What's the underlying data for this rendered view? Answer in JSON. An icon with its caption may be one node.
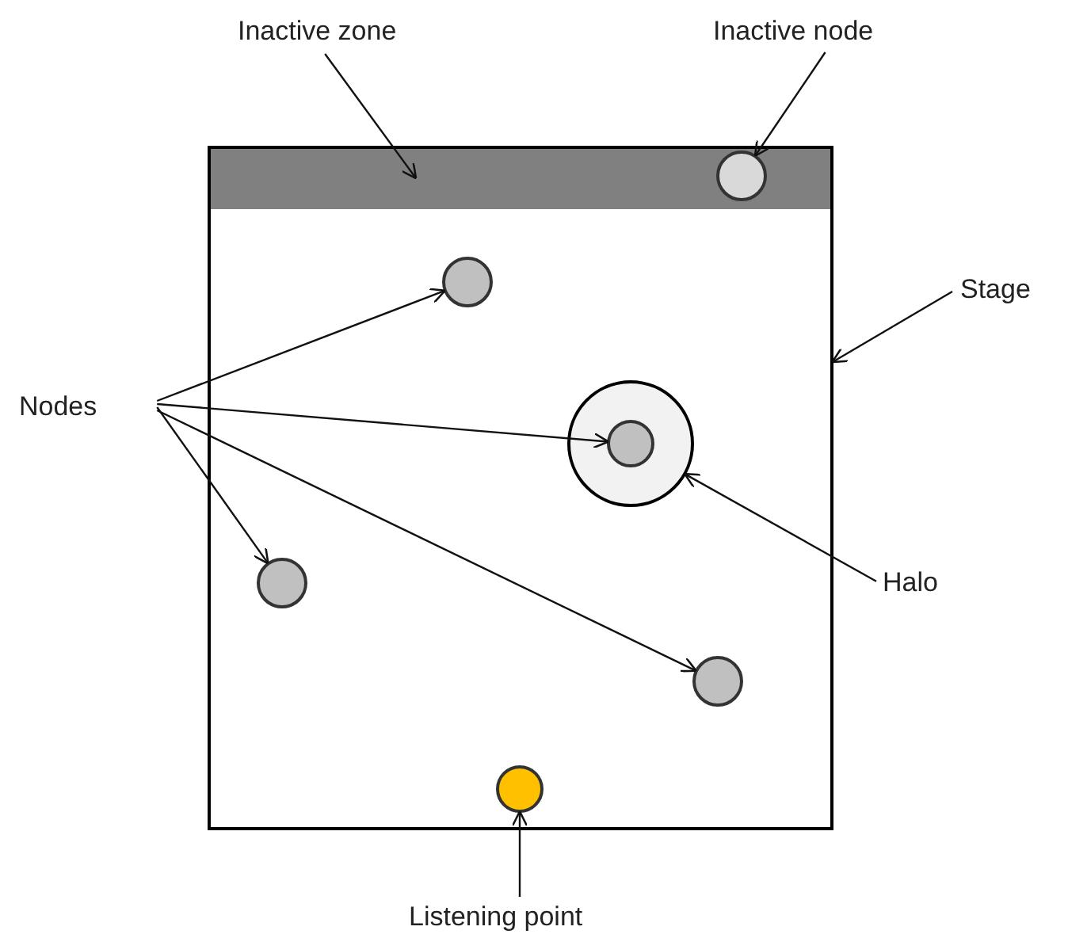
{
  "diagram": {
    "nodes": [
      {
        "text": [
          "Inactive zone"
        ]
      },
      {
        "text": [
          "Inactive node"
        ]
      },
      {
        "text": [
          "Stage"
        ]
      },
      {
        "text": [
          "Nodes"
        ]
      },
      {
        "text": [
          "Halo"
        ]
      },
      {
        "text": [
          "Listening point"
        ]
      },
      {
        "text": [],
        "shape": "box"
      },
      {
        "text": [],
        "shape": "bar",
        "in": 6
      },
      {
        "text": [],
        "shape": "circle",
        "in": 7
      },
      {
        "text": [],
        "shape": "circle",
        "in": 6
      },
      {
        "text": [],
        "shape": "circle",
        "in": 6
      },
      {
        "text": [],
        "shape": "circle",
        "in": 10
      },
      {
        "text": [],
        "shape": "circle",
        "in": 6
      },
      {
        "text": [],
        "shape": "circle",
        "in": 6
      },
      {
        "text": [],
        "shape": "circle",
        "in": 6
      }
    ],
    "edges": [
      {
        "from": 0,
        "to": 7,
        "arrow": "to"
      },
      {
        "from": 1,
        "to": 8,
        "arrow": "to"
      },
      {
        "from": 2,
        "to": 6,
        "arrow": "to"
      },
      {
        "from": 3,
        "to": 9,
        "arrow": "to"
      },
      {
        "from": 3,
        "to": 11,
        "arrow": "to"
      },
      {
        "from": 3,
        "to": 12,
        "arrow": "to"
      },
      {
        "from": 3,
        "to": 13,
        "arrow": "to"
      },
      {
        "from": 4,
        "to": 10,
        "arrow": "to"
      },
      {
        "from": 5,
        "to": 14,
        "arrow": "to"
      }
    ]
  }
}
